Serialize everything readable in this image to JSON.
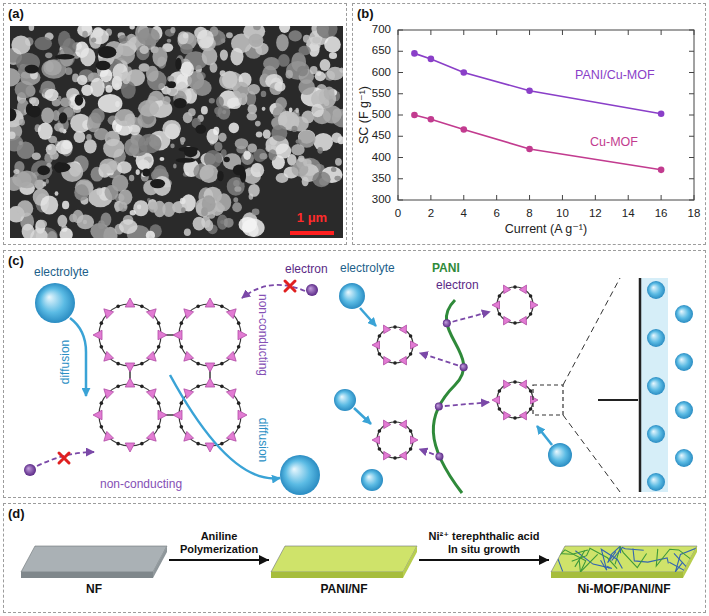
{
  "diagram": {
    "nodes": [
      {
        "text": [
          "(a)"
        ]
      },
      {
        "text": [
          "(b)"
        ]
      },
      {
        "text": [
          "(c)"
        ]
      },
      {
        "text": [
          "(d)"
        ]
      },
      {
        "text": [
          "NF"
        ],
        "in": 3
      },
      {
        "text": [
          "PANI/NF"
        ],
        "in": 3
      },
      {
        "text": [
          "Ni-MOF/PANI/NF"
        ],
        "in": 3
      }
    ],
    "edges": [
      {
        "from": 4,
        "to": 5,
        "arrow": "to",
        "label": "Aniline Polymerization"
      },
      {
        "from": 5,
        "to": 6,
        "arrow": "to",
        "label": "Ni²⁺ terephthalic acid In situ growth"
      }
    ],
    "labels": [
      "1 μm",
      "700",
      "650",
      "600",
      "550",
      "500",
      "450",
      "400",
      "350",
      "300",
      "0",
      "2",
      "4",
      "6",
      "8",
      "10",
      "12",
      "14",
      "16",
      "18",
      "SC (F g⁻¹)",
      "Current (A g⁻¹)",
      "PANI/Cu-MOF",
      "Cu-MOF",
      "electrolyte",
      "electron",
      "diffusion",
      "non-conducting",
      "non-conducting",
      "diffusion",
      "electrolyte",
      "PANI",
      "electron"
    ]
  }
}
